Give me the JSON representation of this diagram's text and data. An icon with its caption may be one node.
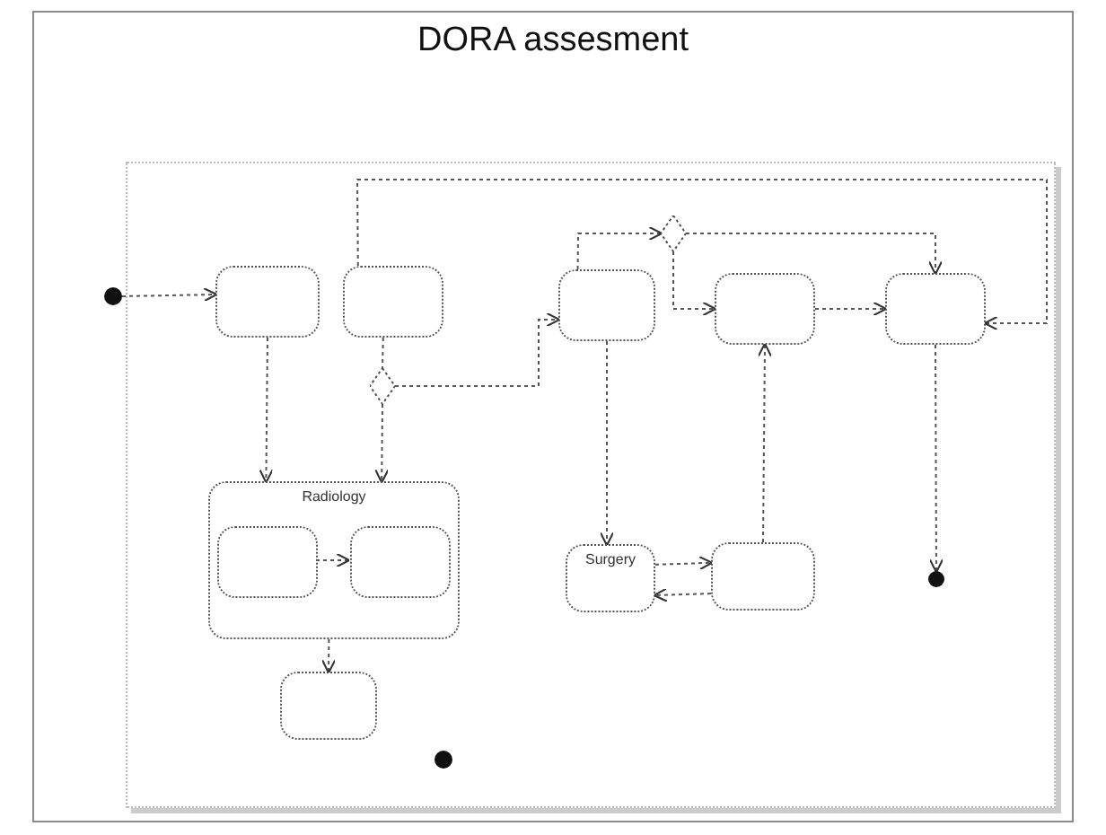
{
  "diagram": {
    "title": "DORA assesment",
    "nodes": [
      {
        "text": [],
        "shape": "circle"
      },
      {
        "text": [],
        "shape": "box"
      },
      {
        "text": [],
        "shape": "box"
      },
      {
        "text": [],
        "shape": "box"
      },
      {
        "text": [],
        "shape": "box"
      },
      {
        "text": [],
        "shape": "box"
      },
      {
        "text": [
          "Radiology"
        ]
      },
      {
        "text": [],
        "shape": "box",
        "in": 6
      },
      {
        "text": [],
        "shape": "box",
        "in": 6
      },
      {
        "text": [],
        "shape": "box"
      },
      {
        "text": [
          "Surgery"
        ]
      },
      {
        "text": [],
        "shape": "box"
      },
      {
        "text": [],
        "shape": "circle"
      },
      {
        "text": [],
        "shape": "circle"
      },
      {
        "text": [],
        "shape": "diamond"
      },
      {
        "text": [],
        "shape": "diamond"
      }
    ],
    "edges": [
      {
        "from": 0,
        "to": 1,
        "arrow": "to"
      },
      {
        "from": 1,
        "to": 6,
        "arrow": "to"
      },
      {
        "from": 2,
        "to": 14,
        "arrow": "none"
      },
      {
        "from": 14,
        "to": 3,
        "arrow": "to"
      },
      {
        "from": 14,
        "to": 6,
        "arrow": "to"
      },
      {
        "from": 3,
        "to": 15,
        "arrow": "to"
      },
      {
        "from": 15,
        "to": 5,
        "arrow": "to"
      },
      {
        "from": 15,
        "to": 4,
        "arrow": "to"
      },
      {
        "from": 4,
        "to": 5,
        "arrow": "to"
      },
      {
        "from": 2,
        "to": 5,
        "arrow": "to"
      },
      {
        "from": 3,
        "to": 10,
        "arrow": "to"
      },
      {
        "from": 10,
        "to": 11,
        "arrow": "to"
      },
      {
        "from": 11,
        "to": 10,
        "arrow": "to"
      },
      {
        "from": 11,
        "to": 4,
        "arrow": "to"
      },
      {
        "from": 5,
        "to": 12,
        "arrow": "to"
      },
      {
        "from": 7,
        "to": 8,
        "arrow": "to"
      },
      {
        "from": 6,
        "to": 9,
        "arrow": "to"
      }
    ]
  }
}
